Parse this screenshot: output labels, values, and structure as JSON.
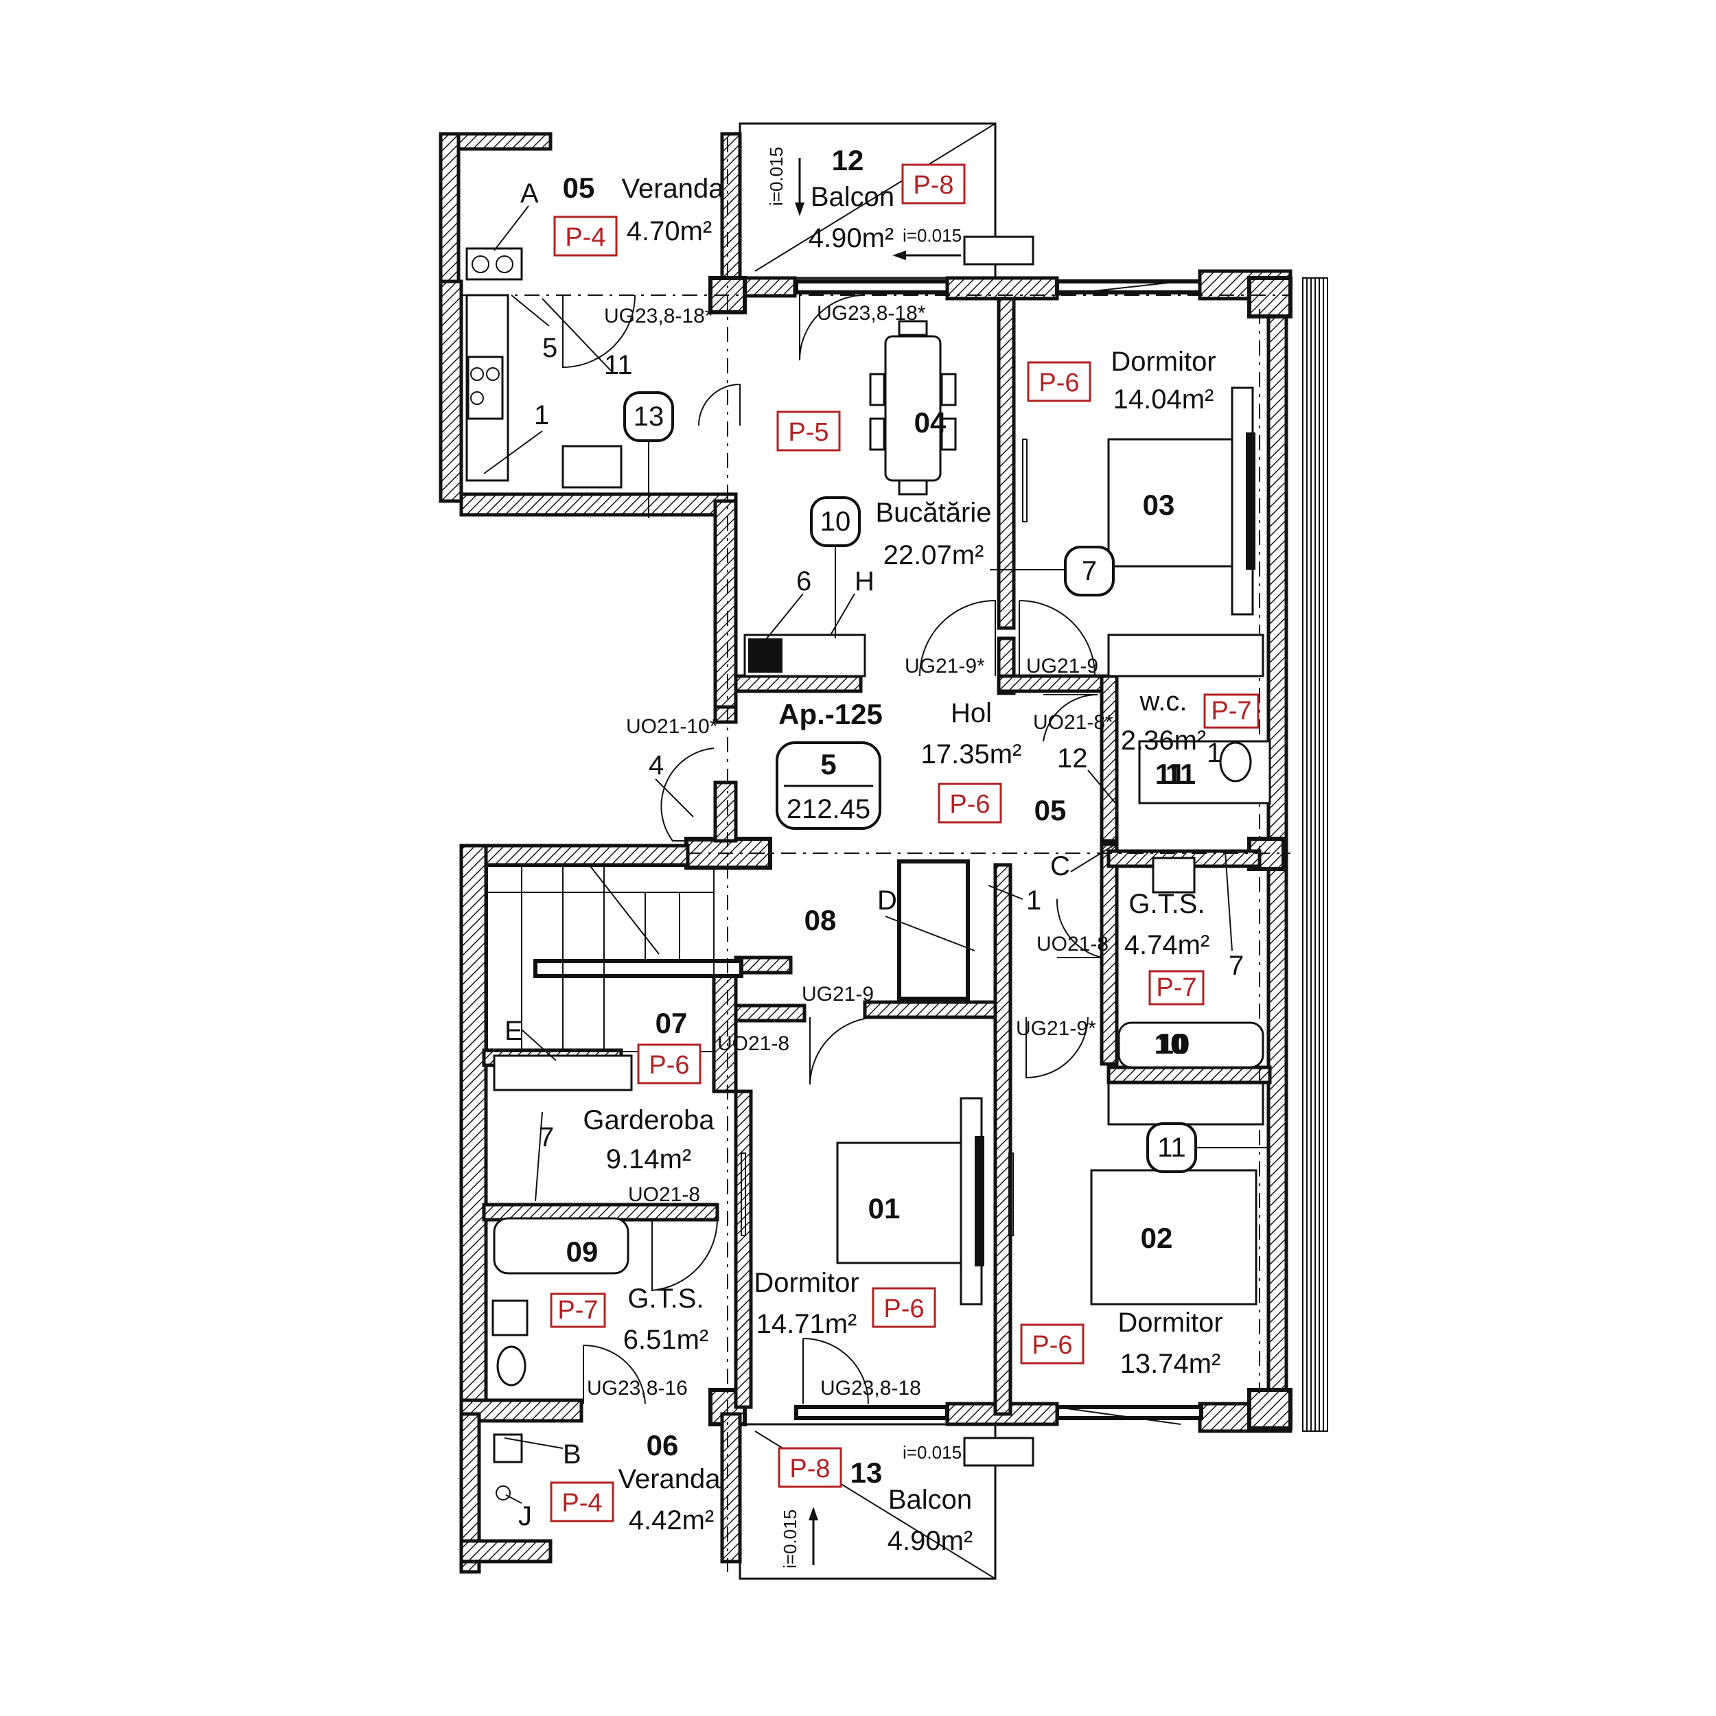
{
  "apartment": {
    "name": "Ap.-125",
    "rooms_count": "5",
    "total_area": "212.45"
  },
  "rooms": [
    {
      "id": "05",
      "name": "Veranda",
      "area": "4.70m²",
      "tag": "P-4"
    },
    {
      "id": "12",
      "name": "Balcon",
      "area": "4.90m²",
      "tag": "P-8"
    },
    {
      "id": "04",
      "name": "Bucătărie",
      "area": "22.07m²",
      "tag": "P-5"
    },
    {
      "id": "03",
      "name": "Dormitor",
      "area": "14.04m²",
      "tag": "P-6"
    },
    {
      "id": "05",
      "name": "Hol",
      "area": "17.35m²",
      "tag": "P-6"
    },
    {
      "id": "11",
      "name": "w.c.",
      "area": "2.36m²",
      "tag": "P-7"
    },
    {
      "id": "10",
      "name": "G.T.S.",
      "area": "4.74m²",
      "tag": "P-7"
    },
    {
      "id": "08",
      "name": "",
      "area": "",
      "tag": ""
    },
    {
      "id": "07",
      "name": "Garderoba",
      "area": "9.14m²",
      "tag": "P-6"
    },
    {
      "id": "09",
      "name": "G.T.S.",
      "area": "6.51m²",
      "tag": "P-7"
    },
    {
      "id": "01",
      "name": "Dormitor",
      "area": "14.71m²",
      "tag": "P-6"
    },
    {
      "id": "02",
      "name": "Dormitor",
      "area": "13.74m²",
      "tag": "P-6"
    },
    {
      "id": "06",
      "name": "Veranda",
      "area": "4.42m²",
      "tag": "P-4"
    },
    {
      "id": "13",
      "name": "Balcon",
      "area": "4.90m²",
      "tag": "P-8"
    }
  ],
  "doors": {
    "d1": "UG23,8-18*",
    "d2": "UG23,8-18*",
    "d3": "UG21-9*",
    "d4": "UG21-9",
    "d5": "UO21-10*",
    "d6": "UO21-8*",
    "d7": "UG21-9",
    "d8": "UO21-8",
    "d9": "UG21-9*",
    "d10": "UO21-8",
    "d11": "UO21-8",
    "d12": "UG23,8-16",
    "d13": "UG23,8-18"
  },
  "slopes": {
    "s1": "i=0.015",
    "s2": "i=0.015",
    "s3": "i=0.015",
    "s4": "i=0.015"
  },
  "callouts": {
    "A": "A",
    "B": "B",
    "C": "C",
    "D": "D",
    "E": "E",
    "H": "H",
    "J": "J",
    "n1a": "1",
    "n1b": "1",
    "n1c": "1",
    "n4": "4",
    "n5": "5",
    "n6": "6",
    "n7a": "7",
    "n7b": "7",
    "n11": "11",
    "n12": "12"
  },
  "bubbles": {
    "b13": "13",
    "b10": "10",
    "b7": "7",
    "b11": "11"
  },
  "fixture_labels": {
    "wc11": "11",
    "bath10": "10"
  }
}
